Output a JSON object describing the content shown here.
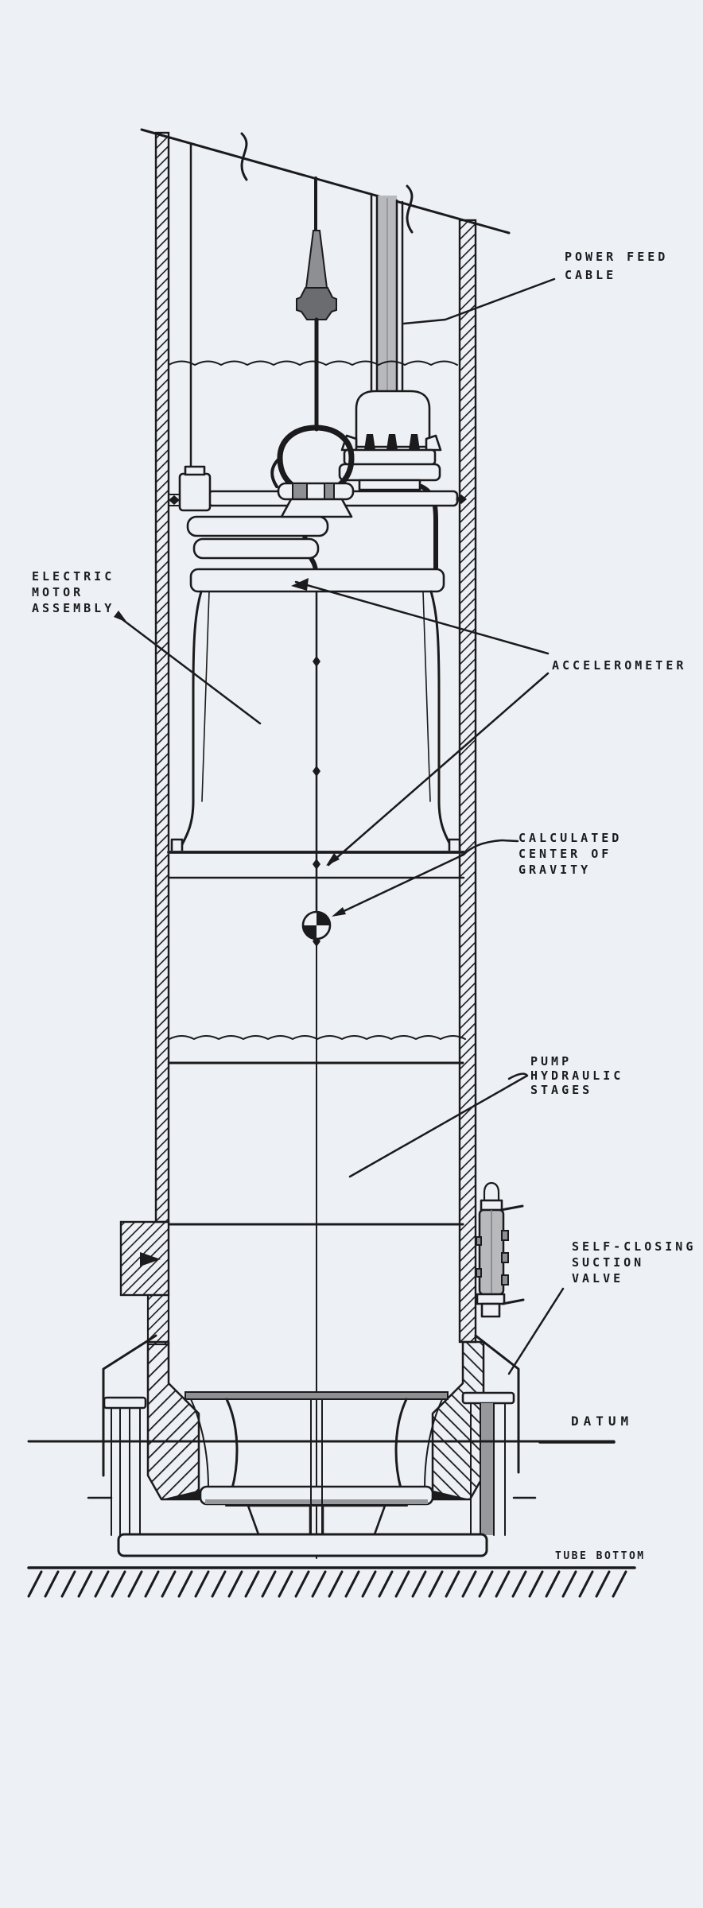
{
  "colors": {
    "bg": "#edf0f4",
    "ink": "#1b1b1d",
    "gray": "#8d8f93",
    "gray-light": "#b7b9bd",
    "gray-mid": "#96989c"
  },
  "labels": {
    "power_feed_cable": {
      "lines": [
        "POWER FEED",
        "CABLE"
      ]
    },
    "electric_motor_assembly": {
      "lines": [
        "ELECTRIC",
        "MOTOR",
        "ASSEMBLY"
      ]
    },
    "accelerometer": {
      "lines": [
        "ACCELEROMETER"
      ]
    },
    "calculated_center_of_gravity": {
      "lines": [
        "CALCULATED",
        "CENTER OF",
        "GRAVITY"
      ]
    },
    "pump_hydraulic_stages": {
      "lines": [
        "PUMP",
        "HYDRAULIC",
        "STAGES"
      ]
    },
    "self_closing_suction_valve": {
      "lines": [
        "SELF-CLOSING",
        "SUCTION",
        "VALVE"
      ]
    },
    "datum": {
      "lines": [
        "DATUM"
      ]
    },
    "tube_bottom": {
      "lines": [
        "TUBE BOTTOM"
      ]
    }
  }
}
